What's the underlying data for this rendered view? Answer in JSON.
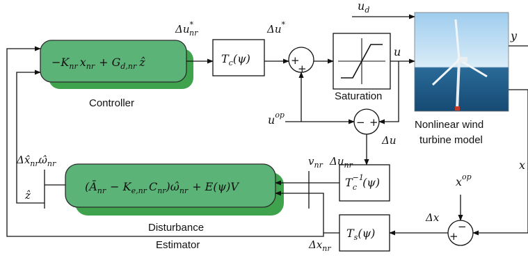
{
  "colors": {
    "block_fill": "#5cb377",
    "block_shadow": "#3fa34d",
    "block_stroke": "#2b2b2b",
    "wire": "#111111",
    "sky": "#b9dcf2",
    "sea": "#1f5f8c"
  },
  "icons": {
    "turbine": "wind-turbine-photo",
    "saturation": "saturation-curve-icon"
  },
  "controller": {
    "equation": "−K",
    "eq_sub1": "nr",
    "eq_x": "x",
    "eq_sub2": "nr",
    "eq_plus": "+ G",
    "eq_sub3": "d,nr",
    "eq_z": "ẑ",
    "caption": "Controller"
  },
  "estimator": {
    "equation": "(Ā",
    "eq_sub1": "nr",
    "eq_minus": "− K",
    "eq_sub2": "e,nr",
    "eq_c": "C",
    "eq_sub3": "nr",
    "eq_omega": ")ω̂",
    "eq_sub4": "nr",
    "eq_tail": "+ E(ψ)V",
    "caption_line1": "Disturbance",
    "caption_line2": "Estimator"
  },
  "blocks": {
    "tc": "T",
    "tc_sub": "c",
    "tc_arg": "(ψ)",
    "tc_inv": "T",
    "tc_inv_sub": "c",
    "tc_inv_sup": "−1",
    "tc_inv_arg": "(ψ)",
    "ts": "T",
    "ts_sub": "s",
    "ts_arg": "(ψ)",
    "saturation_caption": "Saturation",
    "turbine_caption_line1": "Nonlinear wind",
    "turbine_caption_line2": "turbine model"
  },
  "signals": {
    "du_nr_star": "Δu",
    "du_nr_star_sub": "nr",
    "du_nr_star_sup": "*",
    "du_star": "Δu",
    "du_star_sup": "*",
    "u": "u",
    "u_d": "u",
    "u_d_sub": "d",
    "y": "y",
    "x": "x",
    "u_op": "u",
    "u_op_sup": "op",
    "du": "Δu",
    "v_nr": "v",
    "v_nr_sub": "nr",
    "du_nr": "Δu",
    "du_nr_sub": "nr",
    "dx_hat_nr": "Δx̂",
    "dx_hat_nr_sub": "nr",
    "omega_hat_nr": "ω̂",
    "omega_hat_nr_sub": "nr",
    "z_hat": "ẑ",
    "x_op": "x",
    "x_op_sup": "op",
    "dx": "Δx",
    "dx_nr": "Δx",
    "dx_nr_sub": "nr"
  },
  "signs": {
    "sum1_left": "+",
    "sum1_bottom": "+",
    "sum2_left": "−",
    "sum2_right": "+",
    "sum3_top": "−",
    "sum3_bottom": "+"
  }
}
